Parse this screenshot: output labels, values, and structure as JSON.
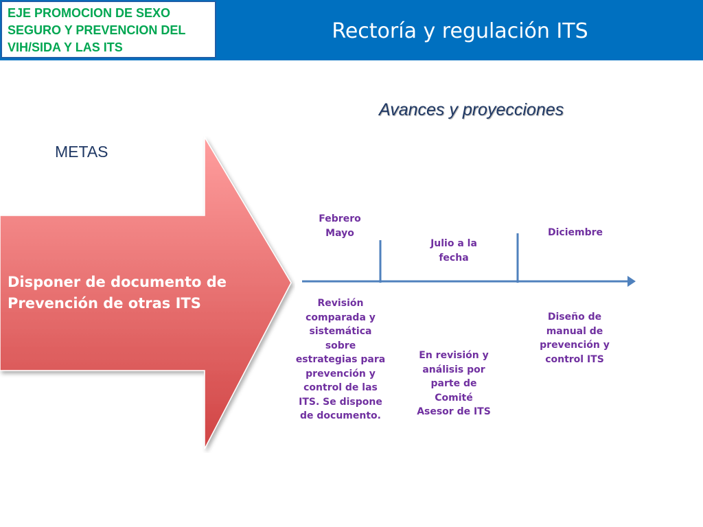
{
  "header": {
    "eje_lines": [
      "EJE PROMOCION DE SEXO",
      "SEGURO Y PREVENCION DEL",
      "VIH/SIDA Y LAS ITS"
    ],
    "title": "Rectoría y regulación ITS"
  },
  "subtitle": "Avances  y proyecciones",
  "metas_label": "METAS",
  "goal": {
    "lines": [
      "Disponer de documento de",
      "Prevención de otras  ITS"
    ]
  },
  "timeline": {
    "periods": [
      {
        "label_lines": [
          "Febrero",
          "Mayo"
        ],
        "description_lines": [
          "Revisión",
          "comparada y",
          "sistemática",
          "sobre",
          "estrategias para",
          "prevención y",
          "control de las",
          "ITS. Se dispone",
          "de documento."
        ]
      },
      {
        "label_lines": [
          "Julio a la",
          "fecha"
        ],
        "description_lines": [
          "En revisión y",
          "análisis por",
          "parte de",
          "Comité",
          "Asesor de ITS"
        ]
      },
      {
        "label_lines": [
          "Diciembre"
        ],
        "description_lines": [
          "Diseño de",
          "manual de",
          "prevención y",
          "control ITS"
        ]
      }
    ]
  },
  "colors": {
    "header_blue": "#0070c0",
    "eje_green": "#00a651",
    "arrow_red_top": "#ff9a9a",
    "arrow_red_bottom": "#d04040",
    "timeline_blue": "#4f81bd",
    "text_purple": "#7030a0",
    "dark_navy": "#1f3864"
  }
}
